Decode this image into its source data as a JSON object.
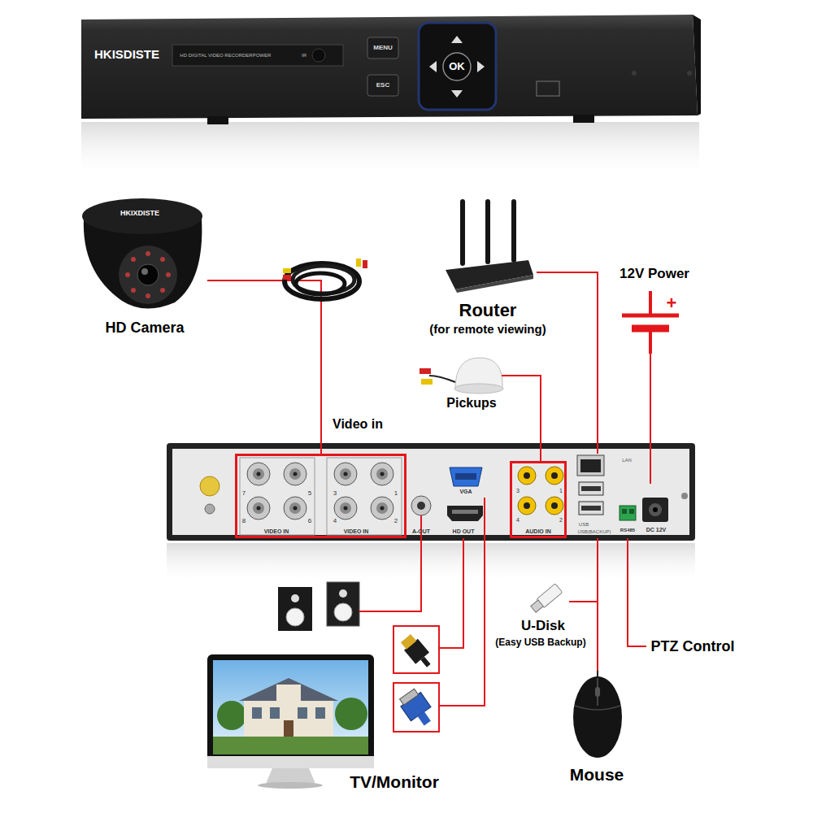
{
  "diagram": {
    "nodes": [
      {
        "text": [
          "HKISDISTE",
          "HD DIGITAL VIDEO RECORDER",
          "POWER",
          "IR",
          "MENU",
          "ESC",
          "OK"
        ]
      },
      {
        "text": [
          "HKIXDISTE",
          "HD Camera"
        ]
      },
      {
        "text": [
          "Router",
          "(for remote viewing)"
        ]
      },
      {
        "text": [
          "12V Power",
          "+"
        ]
      },
      {
        "text": [
          "Pickups"
        ]
      },
      {
        "text": [
          "LAN"
        ]
      },
      {
        "text": [
          "7",
          "5",
          "8",
          "6",
          "VIDEO IN",
          "3",
          "1",
          "4",
          "2",
          "VIDEO IN"
        ],
        "in": 5
      },
      {
        "text": [
          "A-OUT"
        ],
        "in": 5
      },
      {
        "text": [
          "VGA"
        ],
        "in": 5
      },
      {
        "text": [
          "HD OUT"
        ],
        "in": 5
      },
      {
        "text": [
          "3",
          "1",
          "4",
          "2",
          "AUDIO IN"
        ],
        "in": 5
      },
      {
        "text": [
          "USB",
          "USB(BACKUP)"
        ],
        "in": 5
      },
      {
        "text": [
          "RS485"
        ],
        "in": 5
      },
      {
        "text": [
          "DC 12V"
        ],
        "in": 5
      },
      {
        "text": [
          "U-Disk",
          "(Easy USB Backup)"
        ]
      },
      {
        "text": [
          "PTZ Control"
        ]
      },
      {
        "text": [
          "TV/Monitor"
        ]
      },
      {
        "text": [
          "Mouse"
        ]
      }
    ],
    "edges": [
      {
        "from": 1,
        "to": 6,
        "label": "Video in",
        "arrow": "none"
      },
      {
        "from": 2,
        "to": 11,
        "arrow": "none"
      },
      {
        "from": 4,
        "to": 10,
        "arrow": "none"
      },
      {
        "from": 3,
        "to": 13,
        "arrow": "none"
      },
      {
        "from": 9,
        "to": 16,
        "arrow": "none"
      },
      {
        "from": 8,
        "to": 16,
        "arrow": "none"
      },
      {
        "from": 11,
        "to": 14,
        "arrow": "none"
      },
      {
        "from": 12,
        "to": 15,
        "arrow": "none"
      },
      {
        "from": 11,
        "to": 17,
        "arrow": "none"
      }
    ]
  }
}
